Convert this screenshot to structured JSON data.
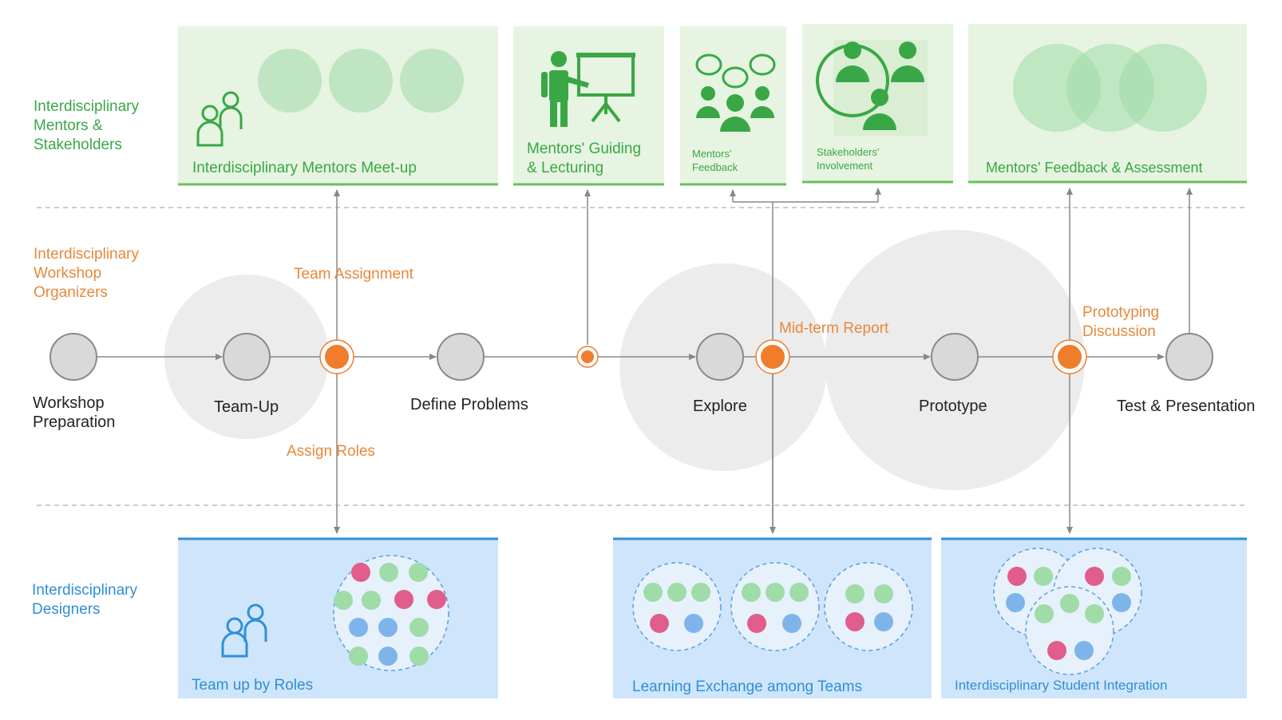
{
  "lanes": {
    "mentors": "Interdisciplinary\nMentors &\nStakeholders",
    "organizers": "Interdisciplinary\nWorkshop\nOrganizers",
    "designers": "Interdisciplinary\nDesigners"
  },
  "stages": {
    "prep": "Workshop\nPreparation",
    "teamup": "Team-Up",
    "define": "Define Problems",
    "explore": "Explore",
    "prototype": "Prototype",
    "test": "Test & Presentation"
  },
  "events": {
    "team_assignment": "Team Assignment",
    "assign_roles": "Assign Roles",
    "midterm": "Mid-term Report",
    "prototyping": "Prototyping\nDiscussion"
  },
  "mentor_boxes": {
    "meetup": "Interdisciplinary Mentors Meet-up",
    "guiding": "Mentors' Guiding\n& Lecturing",
    "feedback": "Mentors'\nFeedback",
    "stakeholders": "Stakeholders'\nInvolvement",
    "assessment": "Mentors' Feedback & Assessment"
  },
  "designer_boxes": {
    "roles": "Team up by Roles",
    "exchange": "Learning Exchange among Teams",
    "integration": "Interdisciplinary Student Integration"
  },
  "colors": {
    "green": "#3aa746",
    "green_box": "#e6f4e1",
    "blue_box": "#cfe5fb",
    "orange": "#ef7d2c",
    "pink": "#e05d8c",
    "blue_dot": "#7fb4ea",
    "green_dot": "#9fdca8",
    "stage_gray": "#d9d9d9"
  }
}
